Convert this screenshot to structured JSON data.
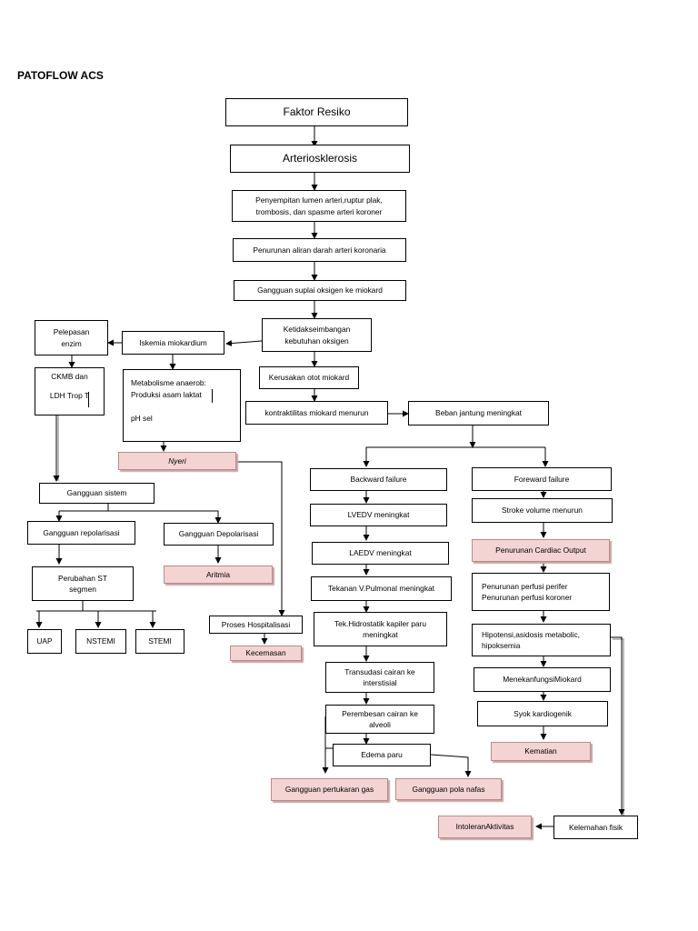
{
  "title": "PATOFLOW ACS",
  "nodes": {
    "faktor_resiko": "Faktor Resiko",
    "arteriosklerosis": "Arteriosklerosis",
    "penyempitan": "Penyempitan lumen arteri,ruptur plak,\ntrombosis, dan spasme arteri koroner",
    "penurunan_aliran": "Penurunan aliran darah arteri koronaria",
    "gangguan_suplai": "Gangguan suplai oksigen ke miokard",
    "ketidakseimbangan": "Ketidakseimbangan\nkebutuhan oksigen",
    "kerusakan_otot": "Kerusakan otot miokard",
    "kontraktilitas": "kontraktilitas miokard menurun",
    "beban_jantung": "Beban jantung meningkat",
    "iskemia": "Iskemia miokardium",
    "pelepasan_enzim": "Pelepasan\nenzim",
    "ckmb": "CKMB dan\n\nLDH Trop T",
    "metabolisme": "Metabolisme anaerob:\nProduksi asam laktat\n\npH sel",
    "nyeri": "Nyeri",
    "gangguan_sistem": "Gangguan sistem",
    "gangguan_repolarisasi": "Gangguan repolarisasi",
    "gangguan_depolarisasi": "Gangguan Depolarisasi",
    "aritmia": "Aritmia",
    "perubahan_st": "Perubahan ST\nsegmen",
    "uap": "UAP",
    "nstemi": "NSTEMI",
    "stemi": "STEMI",
    "proses_hospitalisasi": "Proses Hospitalisasi",
    "kecemasan": "Kecemasan",
    "backward_failure": "Backward failure",
    "lvedv": "LVEDV meningkat",
    "laedv": "LAEDV meningkat",
    "tekanan_pulmonal": "Tekanan V.Pulmonal meningkat",
    "tek_hidrostatik": "Tek.Hidrostatik kapiler paru\nmeningkat",
    "transudasi": "Transudasi cairan ke\ninterstisial",
    "perembesan": "Perembesan cairan ke\nalveoli",
    "edema_paru": "Edema paru",
    "gangguan_pertukaran_gas": "Gangguan pertukaran gas",
    "gangguan_pola_nafas": "Gangguan pola nafas",
    "foreward_failure": "Foreward failure",
    "stroke_volume": "Stroke volume menurun",
    "penurunan_cardiac_output": "Penurunan Cardiac Output",
    "penurunan_perfusi": "Penurunan perfusi perifer\nPenurunan perfusi koroner",
    "hipotensi": "Hipotensi,asidosis metabolic,\nhipoksemia",
    "menekan_fungsi": "MenekanfungsiMiokard",
    "syok": "Syok kardiogenik",
    "kematian": "Kematian",
    "intoleran_aktivitas": "IntoleranAktivitas",
    "kelemahan_fisik": "Kelemahan fisik"
  }
}
